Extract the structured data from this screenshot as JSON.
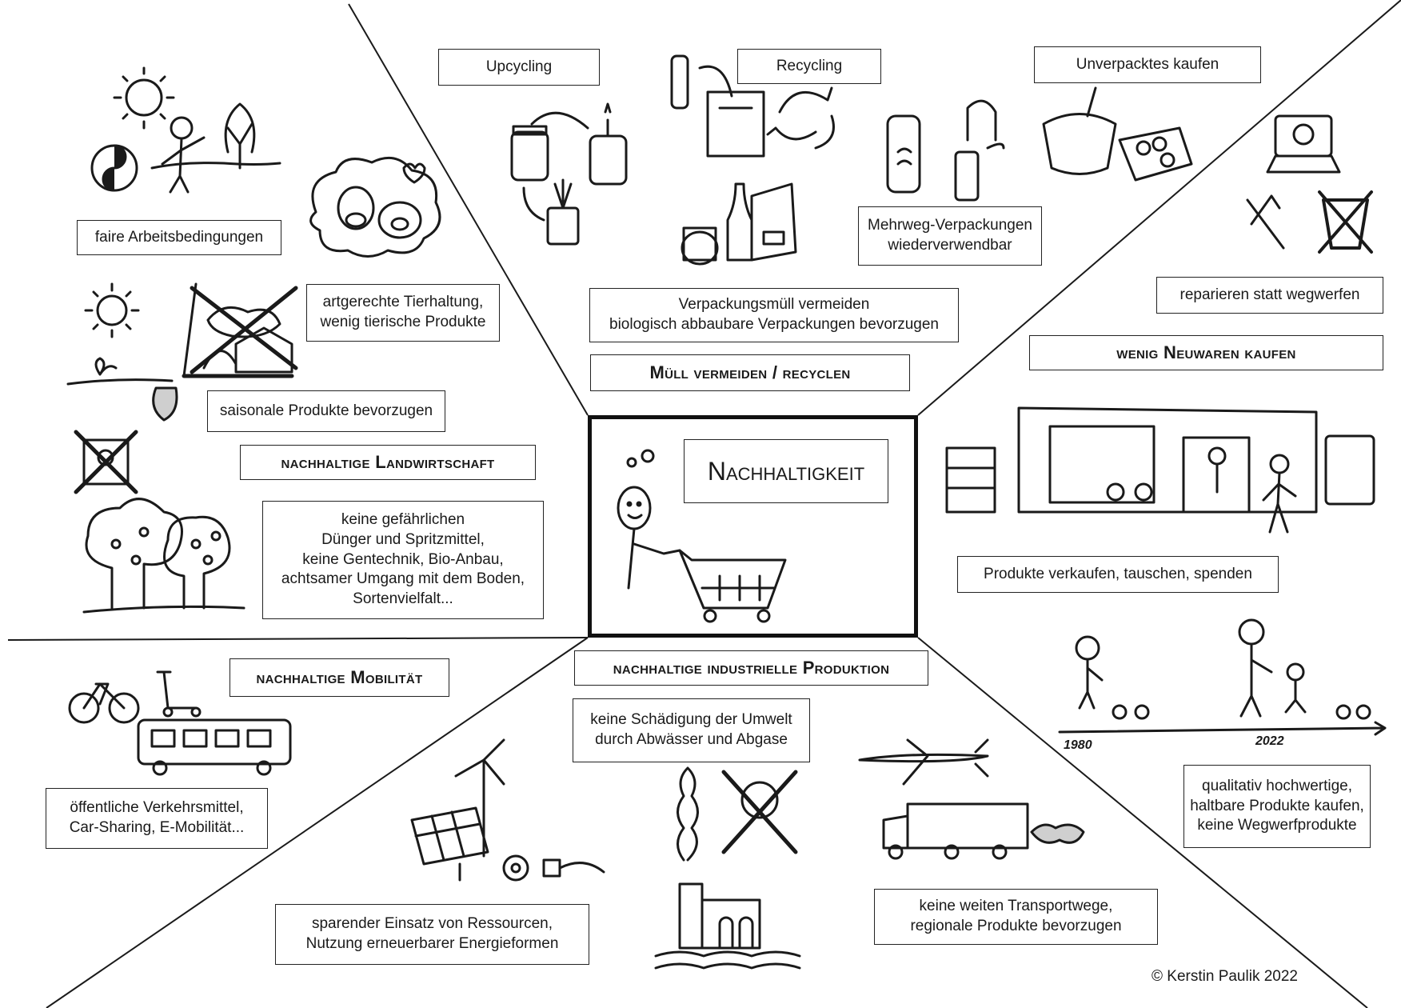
{
  "center": {
    "title": "Nachhaltigkeit"
  },
  "sections": {
    "landwirtschaft": {
      "header": "nachhaltige Landwirtschaft",
      "labels": {
        "fair": "faire Arbeitsbedingungen",
        "tier": "artgerechte Tierhaltung,\nwenig tierische Produkte",
        "saison": "saisonale Produkte bevorzugen",
        "duenger": "keine gefährlichen\nDünger und Spritzmittel,\nkeine Gentechnik, Bio-Anbau,\nachtsamer Umgang mit dem Boden,\nSortenvielfalt..."
      }
    },
    "muell": {
      "header": "Müll vermeiden / recyclen",
      "labels": {
        "upcycling": "Upcycling",
        "recycling": "Recycling",
        "unverpackt": "Unverpacktes kaufen",
        "mehrweg": "Mehrweg-Verpackungen\nwiederverwendbar",
        "verpackung": "Verpackungsmüll vermeiden\nbiologisch abbaubare Verpackungen bevorzugen"
      }
    },
    "neuwaren": {
      "header": "wenig Neuwaren kaufen",
      "labels": {
        "reparieren": "reparieren statt wegwerfen",
        "verkaufen": "Produkte verkaufen, tauschen, spenden",
        "qualitativ": "qualitativ hochwertige,\nhaltbare Produkte kaufen,\nkeine Wegwerfprodukte"
      },
      "timeline": {
        "start": "1980",
        "end": "2022"
      }
    },
    "mobilitaet": {
      "header": "nachhaltige Mobilität",
      "labels": {
        "oeffentlich": "öffentliche Verkehrsmittel,\nCar-Sharing, E-Mobilität..."
      }
    },
    "industrie": {
      "header": "nachhaltige industrielle Produktion",
      "labels": {
        "umwelt": "keine Schädigung der Umwelt\ndurch Abwässer und Abgase",
        "ressourcen": "sparender Einsatz von Ressourcen,\nNutzung erneuerbarer Energieformen",
        "transport": "keine weiten Transportwege,\nregionale Produkte bevorzugen"
      }
    }
  },
  "copyright": "© Kerstin Paulik 2022",
  "colors": {
    "ink": "#1a1a1a",
    "paper": "#ffffff"
  }
}
